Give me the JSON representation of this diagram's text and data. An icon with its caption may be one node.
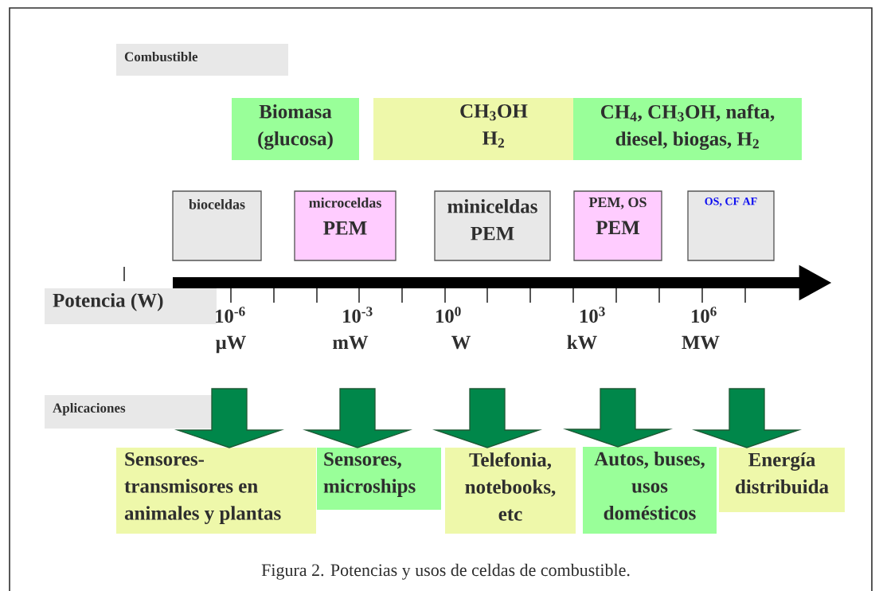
{
  "diagram": {
    "caption": "Figura 2. Potencias y usos de celdas de combustible.",
    "nodes": [
      {
        "text": [
          "Combustible"
        ]
      },
      {
        "text": [
          "Biomasa (glucosa)"
        ]
      },
      {
        "text": [
          "CH$_{3}$OH H$_{2}$"
        ]
      },
      {
        "text": [
          "CH$_{4}$, CH$_{3}$OH, nafta, diesel, biogas,  H$_{2}$"
        ]
      },
      {
        "text": [
          "bioceldas"
        ]
      },
      {
        "text": [
          "microceldas",
          "PEM"
        ]
      },
      {
        "text": [
          "miniceldas",
          "PEM"
        ]
      },
      {
        "text": [
          "PEM, OS",
          "PEM"
        ]
      },
      {
        "text": [
          "OS, CF AF"
        ]
      },
      {
        "text": [
          "Potencia (W)"
        ]
      },
      {
        "text": [
          "Aplicaciones"
        ]
      },
      {
        "text": [
          "Sensores-transmisores en animales y plantas"
        ]
      },
      {
        "text": [
          "Sensores, microships"
        ]
      },
      {
        "text": [
          "Telefonia, notebooks, etc"
        ]
      },
      {
        "text": [
          "Autos, buses, usos domésticos"
        ]
      },
      {
        "text": [
          "Energía distribuida"
        ]
      }
    ],
    "edges": [
      {
        "from": null,
        "to": 11,
        "arrow": "to"
      },
      {
        "from": null,
        "to": 12,
        "arrow": "to"
      },
      {
        "from": null,
        "to": 13,
        "arrow": "to"
      },
      {
        "from": null,
        "to": 14,
        "arrow": "to"
      },
      {
        "from": null,
        "to": 15,
        "arrow": "to"
      }
    ],
    "labels": [
      "10$^{-6}$",
      "10$^{-3}$",
      "10$^{0}$",
      "10$^{3}$",
      "10$^{6}$",
      "μW",
      "mW",
      "W",
      "kW",
      "MW"
    ]
  }
}
